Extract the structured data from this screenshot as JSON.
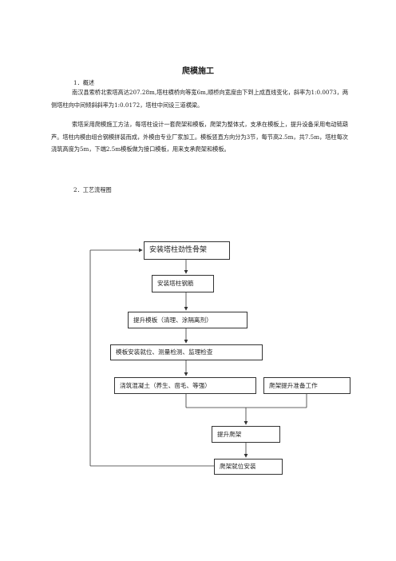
{
  "doc": {
    "title": "爬模施工",
    "sections": [
      {
        "heading": "1．概述"
      },
      {
        "heading": "2．工艺流程图"
      }
    ],
    "paragraphs": [
      "南汉县索桥北索塔高达207.28m,塔柱横桥向等宽6m,顺桥向宽度由下到上成直线变化，斜率为1:0.0073，两侧塔柱向中间倾斜斜率为1:0.0172，塔柱中间设三道横梁。",
      "索塔采用爬模施工方法，每塔柱设计一套爬架和模板，爬架为整体式，支承在模板上，提升设备采用电动链葫芦。塔柱内模由组合钢模拼装而成，外模由专业厂家加工。模板竖直方向分为3节，每节高2.5m，共7.5m，塔柱每次浇筑高度为5m，下端2.5m模板做为接口模板，用来支承爬架和模板。"
    ]
  },
  "flowchart": {
    "steps": [
      "安装塔柱劲性骨架",
      "安装塔柱钢筋",
      "提升模板（清理、涂隔离剂）",
      "模板安装就位、测量检测、监理检查",
      "浇筑混凝土（养生、凿毛、等强）",
      "爬架提升准备工作",
      "提升爬架",
      "爬架就位安装"
    ]
  }
}
